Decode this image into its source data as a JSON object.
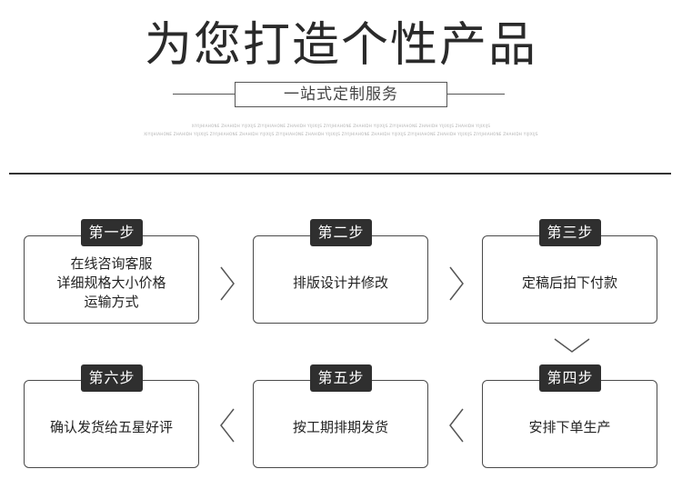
{
  "header": {
    "title": "为您打造个性产品",
    "subtitle": "一站式定制服务",
    "fine_print_1": "XIYIJHIAHONE ZHAHIDH YIJIXIJS ZIYIJHIAHONE ZHAHIDH YIJIXIJS ZIYIJHIAHONE ZHAHIDH YIJIXIJS ZIYIJHIAHONE ZHAHIDH YIJIXIJS ZHAHIDH YIJIXIJS",
    "fine_print_2": "XIYIJHIAHONE ZHAHIDH YIJIXIJS ZIYIJHIAHONE ZHAHIDH YIJIXIJS ZIYIJHIAHONE ZHAHIDH YIJIXIJS ZIYIJHIAHONE ZHAHIDH YIJIXIJS ZIYIJHIAHONE ZHAHIDH YIJIXIJS ZIYIJHIAHONE ZHAHIDH YIJIXIJS"
  },
  "steps": [
    {
      "tag": "第一步",
      "lines": [
        "在线咨询客服",
        "详细规格大小价格",
        "运输方式"
      ]
    },
    {
      "tag": "第二步",
      "lines": [
        "排版设计并修改"
      ]
    },
    {
      "tag": "第三步",
      "lines": [
        "定稿后拍下付款"
      ]
    },
    {
      "tag": "第四步",
      "lines": [
        "安排下单生产"
      ]
    },
    {
      "tag": "第五步",
      "lines": [
        "按工期排期发货"
      ]
    },
    {
      "tag": "第六步",
      "lines": [
        "确认发货给五星好评"
      ]
    }
  ],
  "icons": {
    "row1_arrows": "chevron-right-icon",
    "down_arrow": "chevron-down-icon",
    "row2_arrows": "chevron-left-icon"
  },
  "colors": {
    "tag_bg": "#2f2f2f",
    "tag_text": "#ffffff",
    "border": "#4a4a4a"
  }
}
